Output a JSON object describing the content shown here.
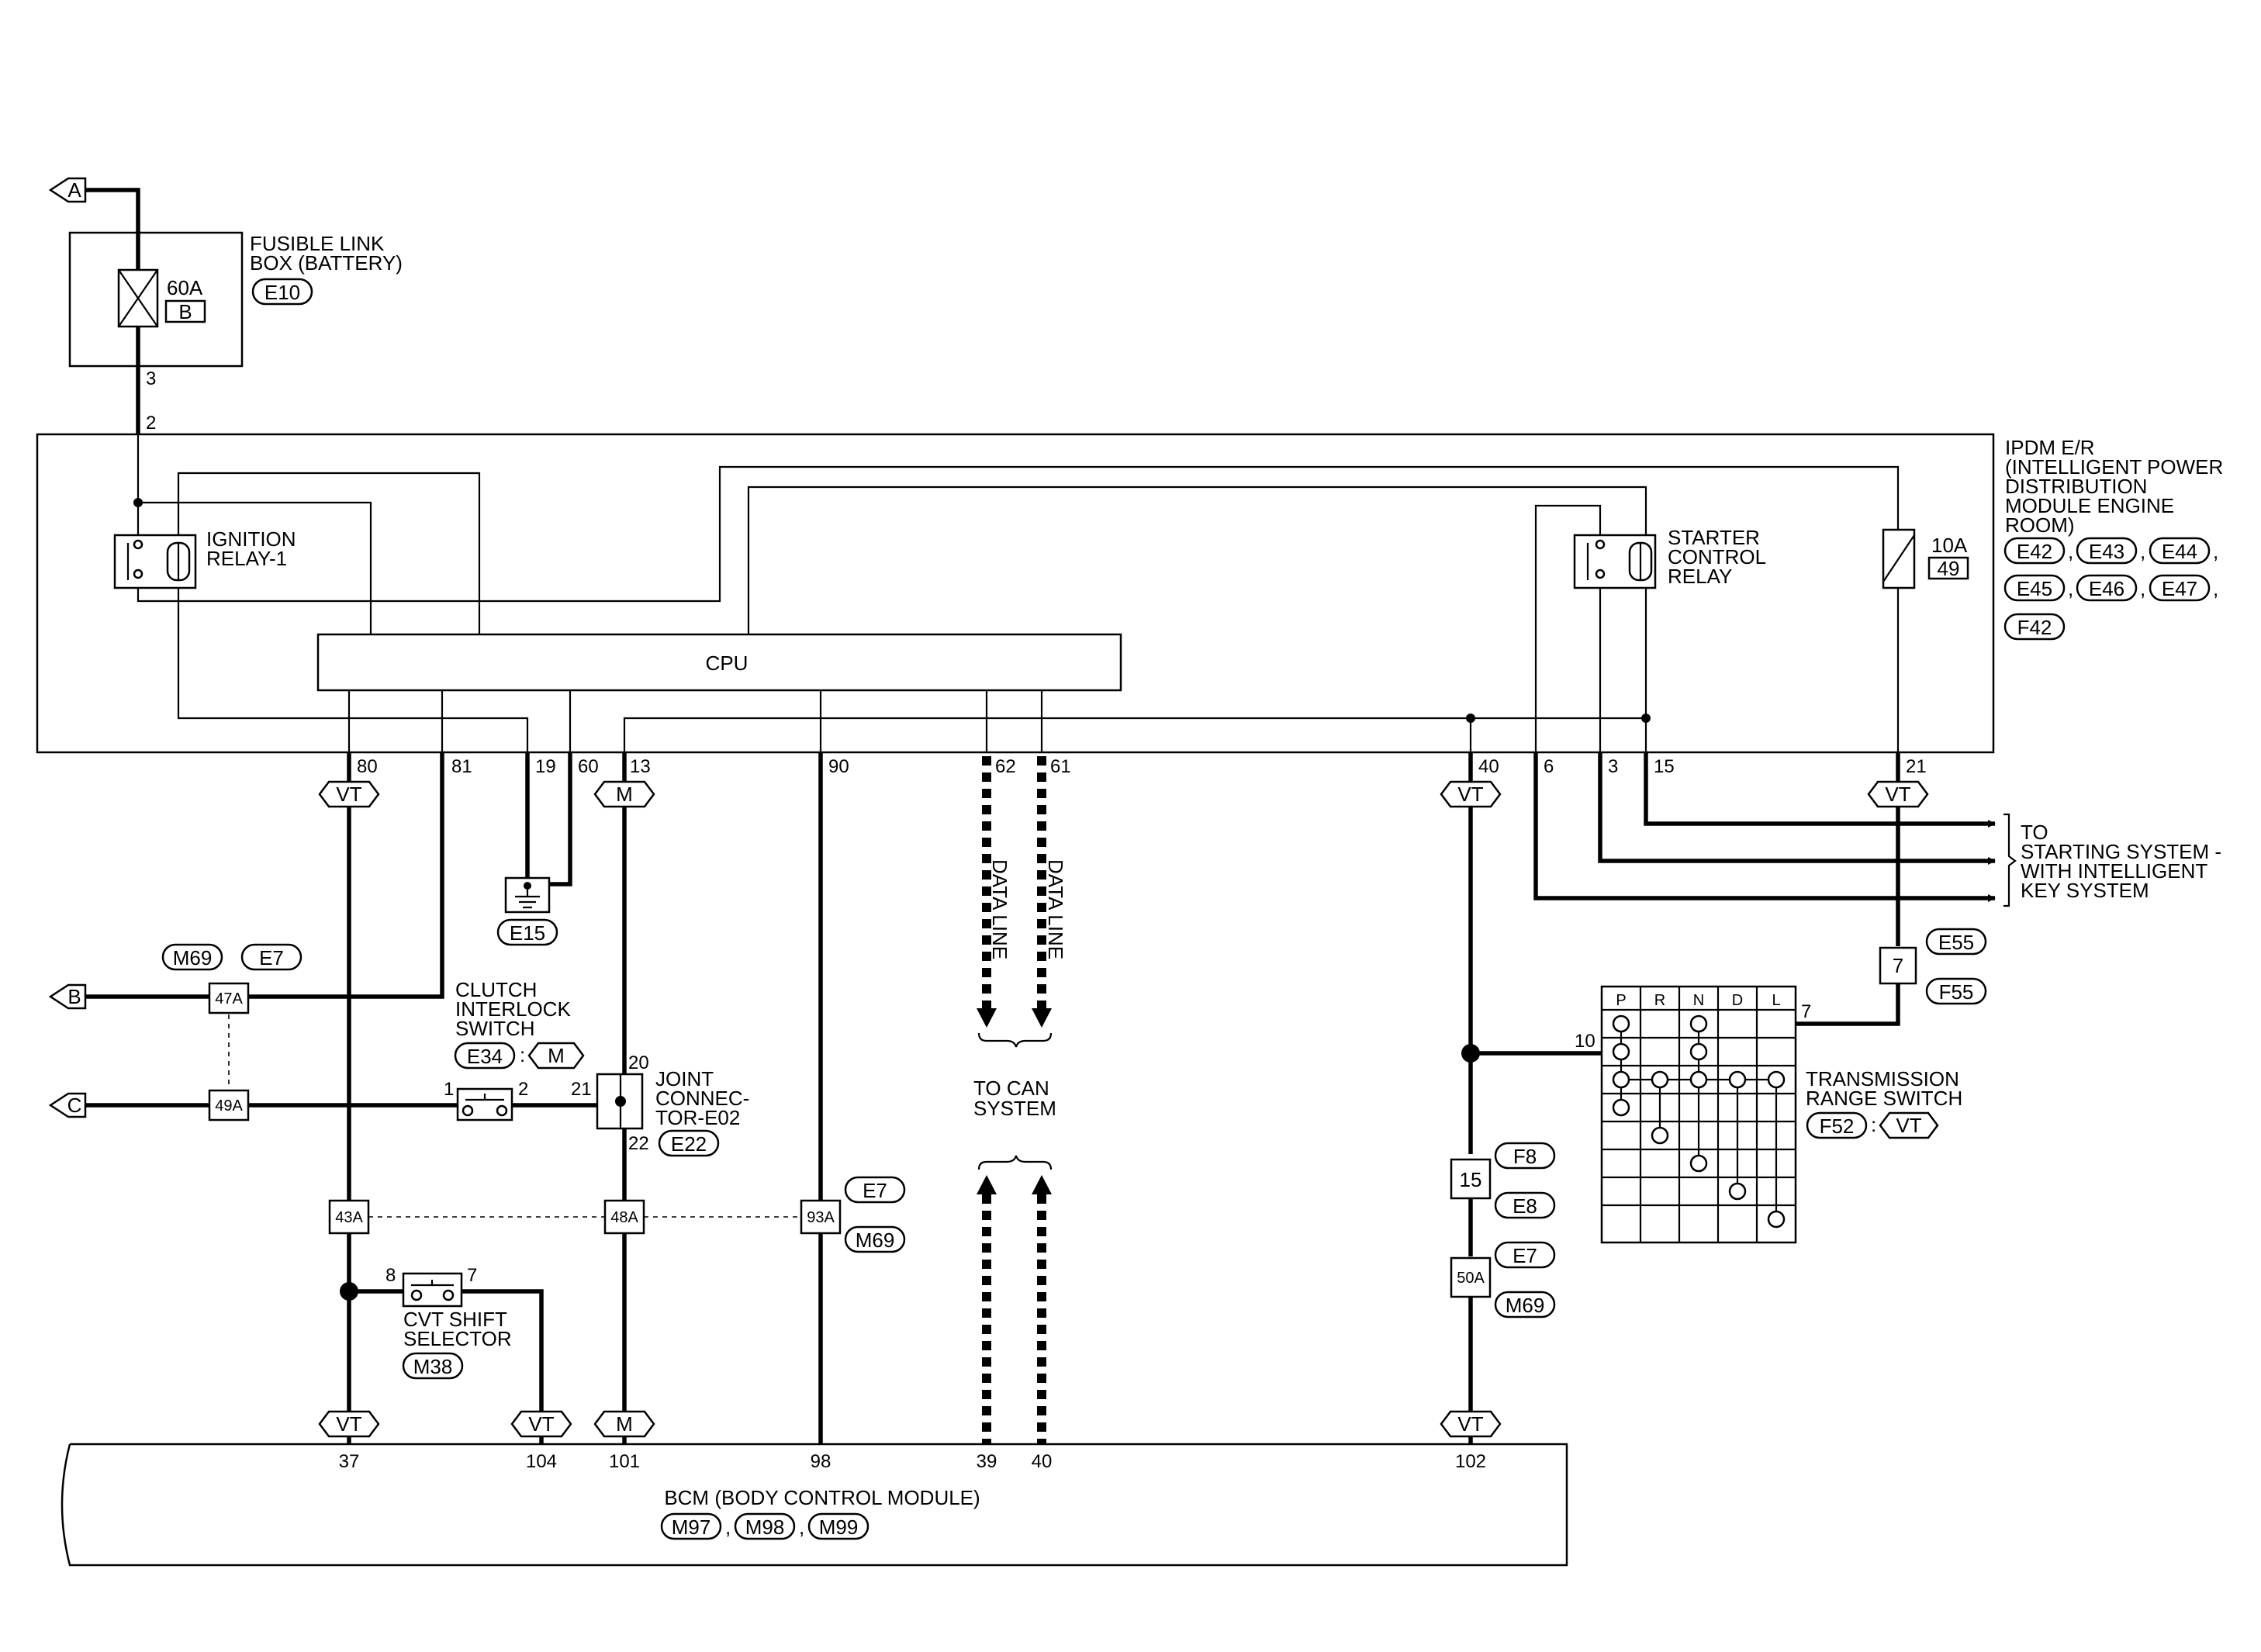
{
  "fusible_link": {
    "title_line1": "FUSIBLE LINK",
    "title_line2": "BOX (BATTERY)",
    "connector": "E10",
    "fuse_rating": "60A",
    "fuse_id": "B",
    "pin_out": "3"
  },
  "connector_refs": {
    "A": "A",
    "B": "B",
    "C": "C"
  },
  "ipdm": {
    "pin_in": "2",
    "title_lines": [
      "IPDM E/R",
      "(INTELLIGENT POWER",
      "DISTRIBUTION",
      "MODULE ENGINE",
      "ROOM)"
    ],
    "connectors": [
      "E42",
      "E43",
      "E44",
      "E45",
      "E46",
      "E47",
      "F42"
    ],
    "cpu_label": "CPU",
    "ignition_relay_line1": "IGNITION",
    "ignition_relay_line2": "RELAY-1",
    "starter_relay_lines": [
      "STARTER",
      "CONTROL",
      "RELAY"
    ],
    "fuse_rating": "10A",
    "fuse_id": "49",
    "pins": [
      "80",
      "81",
      "19",
      "60",
      "13",
      "90",
      "62",
      "61",
      "40",
      "6",
      "3",
      "15",
      "21"
    ]
  },
  "wire_colors": {
    "vt": "VT",
    "m": "M"
  },
  "ground": {
    "connector": "E15"
  },
  "data_line": {
    "label": "DATA LINE",
    "to_can_line1": "TO CAN",
    "to_can_line2": "SYSTEM"
  },
  "starting_system": {
    "lines": [
      "TO",
      "STARTING SYSTEM -",
      "WITH INTELLIGENT",
      "KEY SYSTEM"
    ]
  },
  "inline_connectors": {
    "c47a": "47A",
    "c49a": "49A",
    "c43a": "43A",
    "c48a": "48A",
    "c93a": "93A",
    "c15": "15",
    "c50a": "50A",
    "c7": "7",
    "refs": {
      "m69": "M69",
      "e7": "E7",
      "f8": "F8",
      "e8": "E8",
      "e55": "E55",
      "f55": "F55"
    }
  },
  "clutch_switch": {
    "lines": [
      "CLUTCH",
      "INTERLOCK",
      "SWITCH"
    ],
    "connector": "E34",
    "color": "M",
    "pin1": "1",
    "pin2": "2"
  },
  "joint_connector": {
    "lines": [
      "JOINT",
      "CONNEC-",
      "TOR-E02"
    ],
    "connector": "E22",
    "pin20": "20",
    "pin21": "21",
    "pin22": "22"
  },
  "cvt_selector": {
    "lines": [
      "CVT SHIFT",
      "SELECTOR"
    ],
    "connector": "M38",
    "pin8": "8",
    "pin7": "7"
  },
  "trans_switch": {
    "lines": [
      "TRANSMISSION",
      "RANGE SWITCH"
    ],
    "connector": "F52",
    "color": "VT",
    "positions": [
      "P",
      "R",
      "N",
      "D",
      "L"
    ],
    "pin_in": "7",
    "pin_out": "10"
  },
  "bcm": {
    "title": "BCM (BODY CONTROL MODULE)",
    "connectors": [
      "M97",
      "M98",
      "M99"
    ],
    "pins": [
      "37",
      "104",
      "101",
      "98",
      "39",
      "40",
      "102"
    ]
  }
}
